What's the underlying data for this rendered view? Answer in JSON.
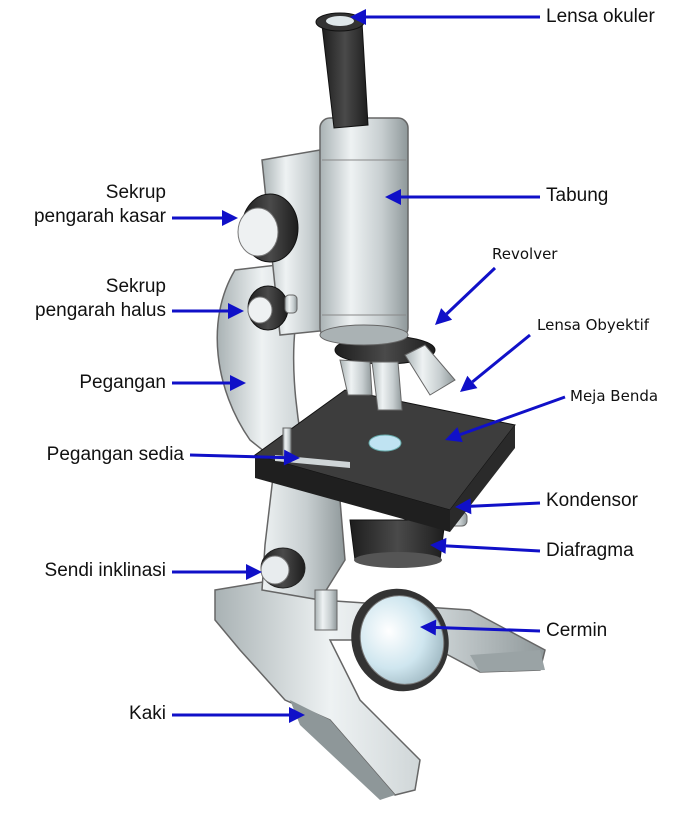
{
  "labels": {
    "lensa_okuler": "Lensa okuler",
    "tabung": "Tabung",
    "revolver": "Revolver",
    "lensa_obyektif": "Lensa Obyektif",
    "meja_benda": "Meja Benda",
    "kondensor": "Kondensor",
    "diafragma": "Diafragma",
    "cermin": "Cermin",
    "sekrup_kasar_1": "Sekrup",
    "sekrup_kasar_2": "pengarah kasar",
    "sekrup_halus_1": "Sekrup",
    "sekrup_halus_2": "pengarah halus",
    "pegangan": "Pegangan",
    "pegangan_sedia": "Pegangan sedia",
    "sendi_inklinasi": "Sendi inklinasi",
    "kaki": "Kaki"
  },
  "colors": {
    "arrow": "#1010c8",
    "metal": "#c9d0d2",
    "metal_dark": "#8e9799",
    "black_part": "#2b2b2b",
    "stage": "#333333",
    "glass": "#bfe3f2"
  }
}
